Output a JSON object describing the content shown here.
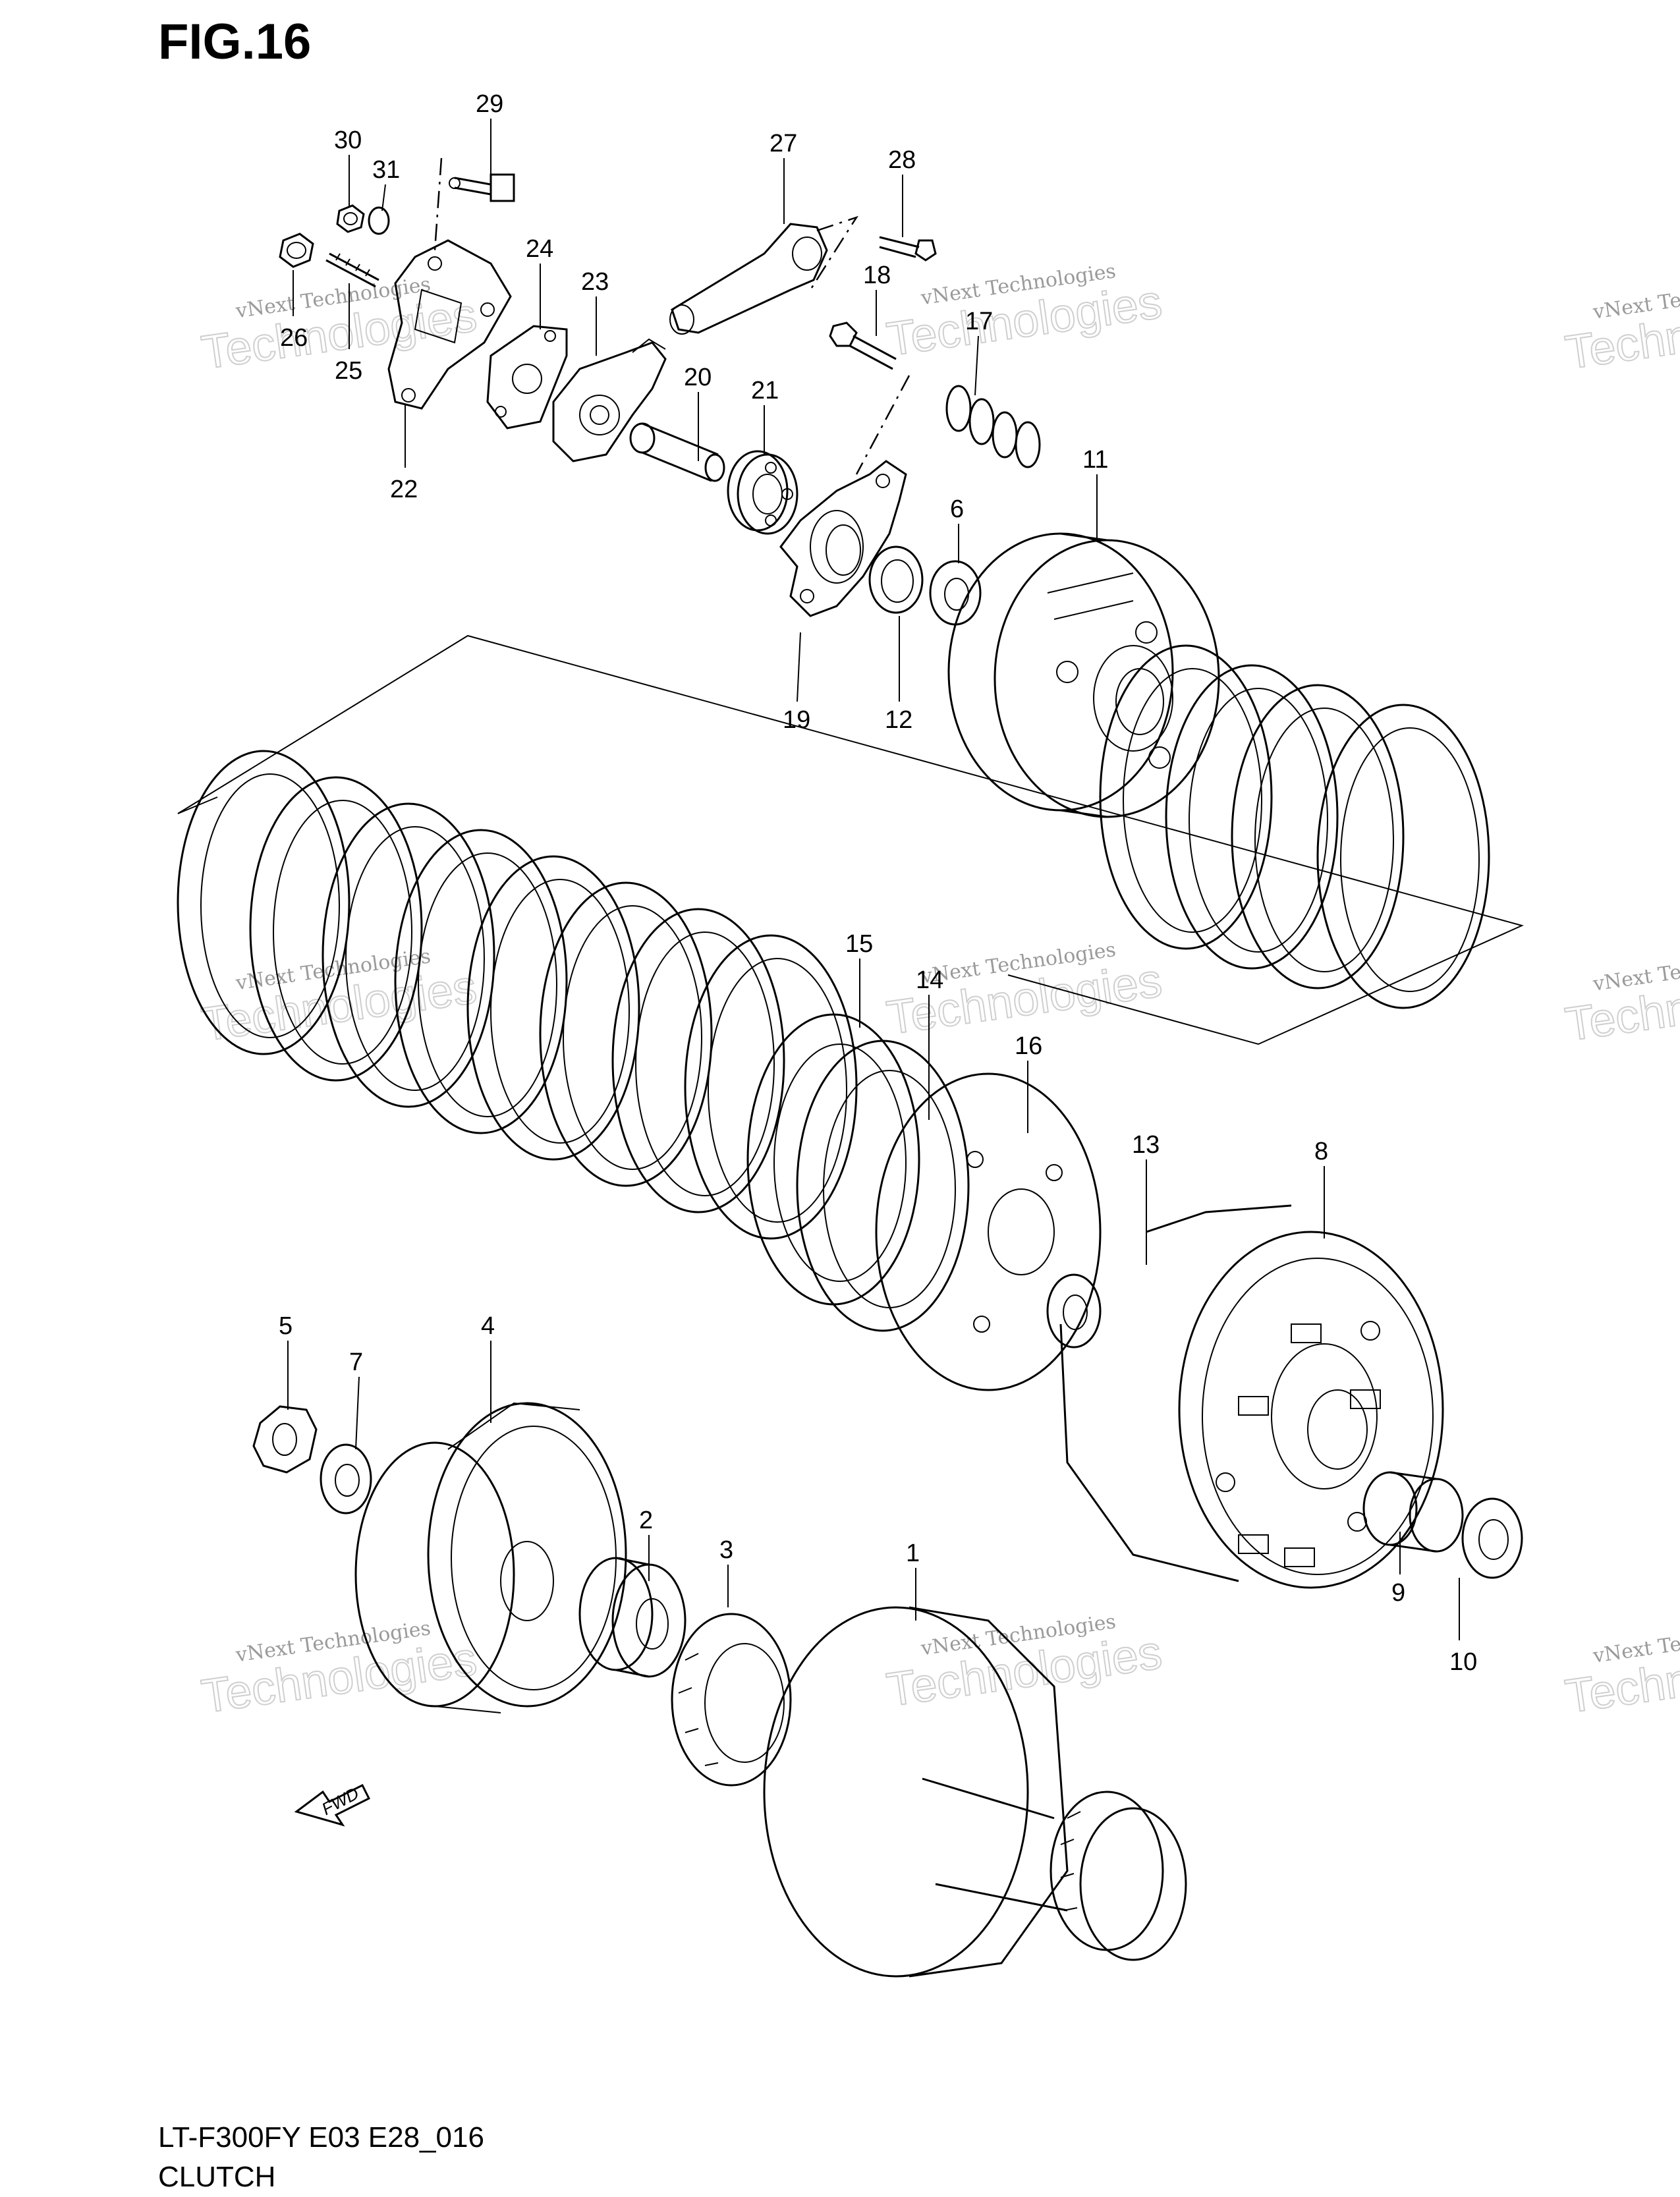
{
  "figure_title": "FIG.16",
  "footer": {
    "model_code": "LT-F300FY E03 E28_016",
    "assembly_name": "CLUTCH"
  },
  "watermark": {
    "line1": "vNext Technologies",
    "line2": "Technologies",
    "prefix": "vNext"
  },
  "fwd_label": "FWD",
  "callouts": [
    "1",
    "2",
    "3",
    "4",
    "5",
    "6",
    "7",
    "8",
    "9",
    "10",
    "11",
    "12",
    "13",
    "14",
    "15",
    "16",
    "17",
    "18",
    "19",
    "20",
    "21",
    "22",
    "23",
    "24",
    "25",
    "26",
    "27",
    "28",
    "29",
    "30",
    "31"
  ]
}
